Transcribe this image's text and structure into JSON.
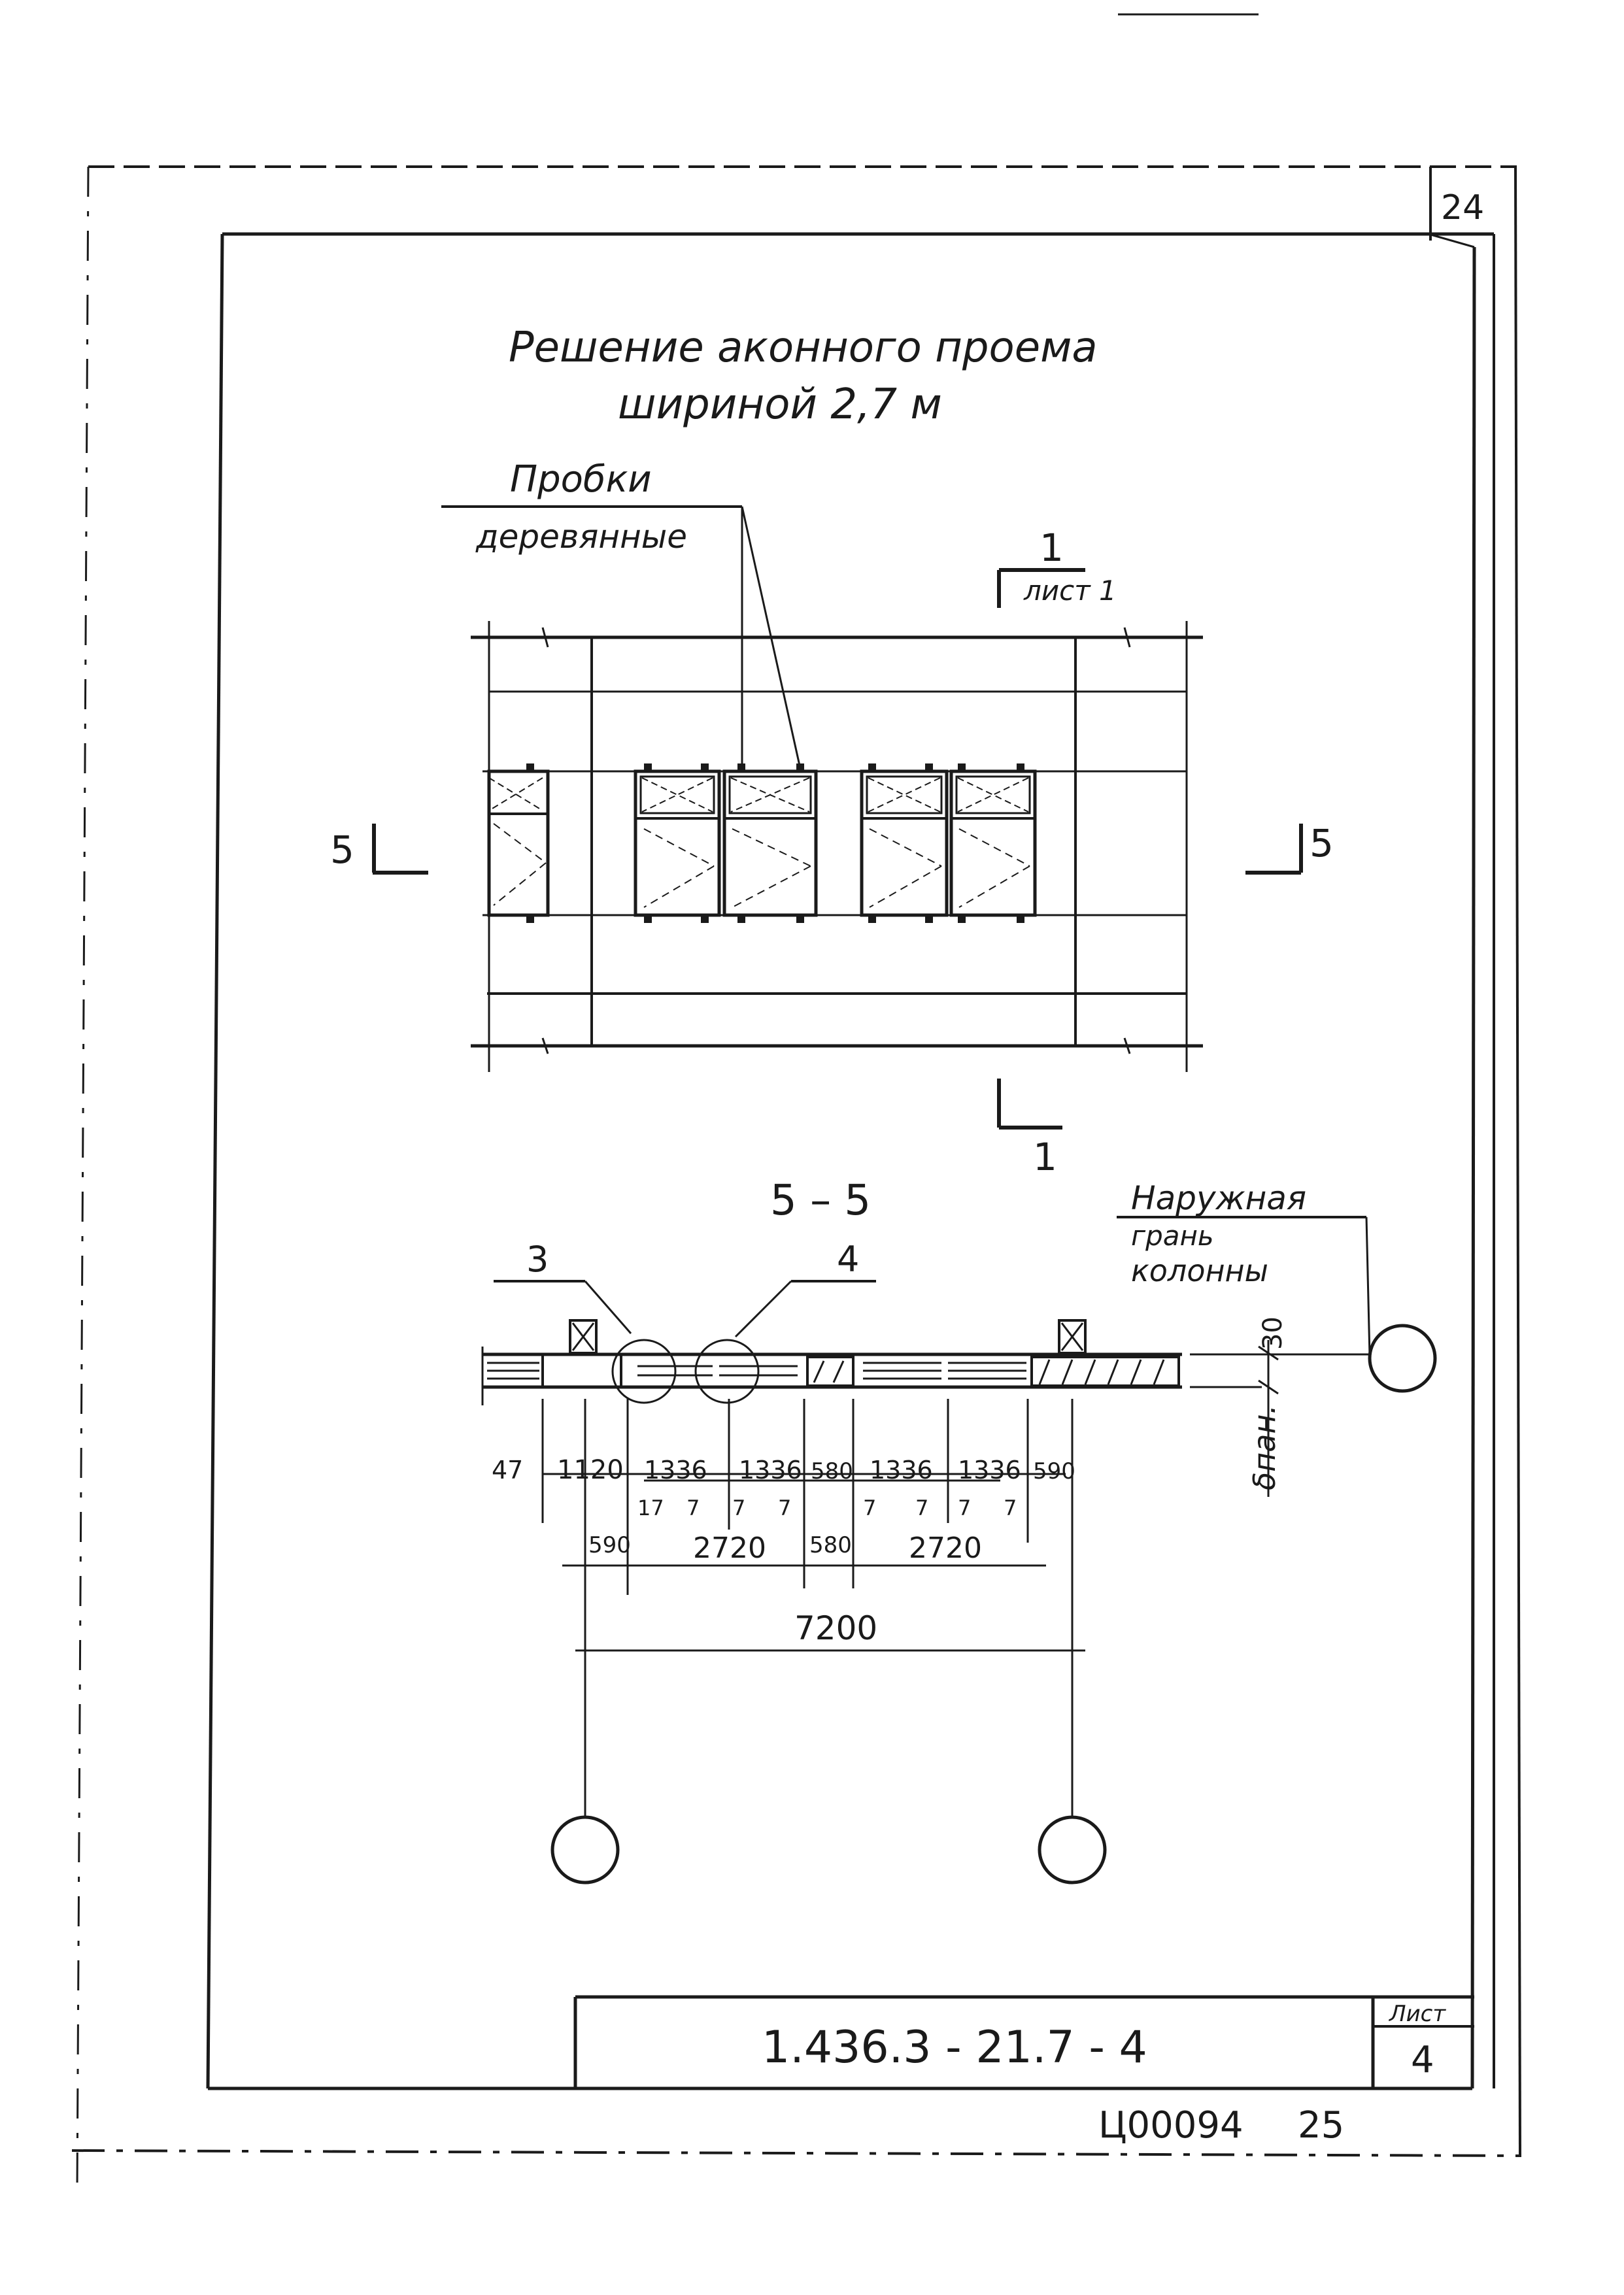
{
  "page_number_top": "24",
  "title": {
    "line1": "Решение аконного проема",
    "line2": "шириной 2,7 м"
  },
  "plan_view": {
    "leader_label_line1": "Пробки",
    "leader_label_line2": "деревянные",
    "section_1_mark": "1",
    "section_1_sheet_ref": "лист 1",
    "section_1_mark_bottom": "1",
    "section_5_mark_left": "5",
    "section_5_mark_right": "5"
  },
  "section_view": {
    "title": "5 – 5",
    "callout_3": "3",
    "callout_4": "4",
    "note_line1": "Наружная",
    "note_line2": "грань",
    "note_line3": "колонны",
    "dim_30": "30",
    "dim_delta": "δпан.",
    "dims_row1": [
      "47",
      "1120",
      "1336",
      "1336",
      "580",
      "1336",
      "1336",
      "590"
    ],
    "dims_row1b": [
      "17",
      "7",
      "7",
      "7",
      "7",
      "7",
      "7",
      "7"
    ],
    "dims_row2": [
      "590",
      "2720",
      "580",
      "2720"
    ],
    "dim_total": "7200"
  },
  "title_block": {
    "designation": "1.436.3 - 21.7 - 4",
    "sheet_label": "Лист",
    "sheet_number": "4"
  },
  "footer": {
    "code": "Ц00094",
    "page": "25"
  }
}
